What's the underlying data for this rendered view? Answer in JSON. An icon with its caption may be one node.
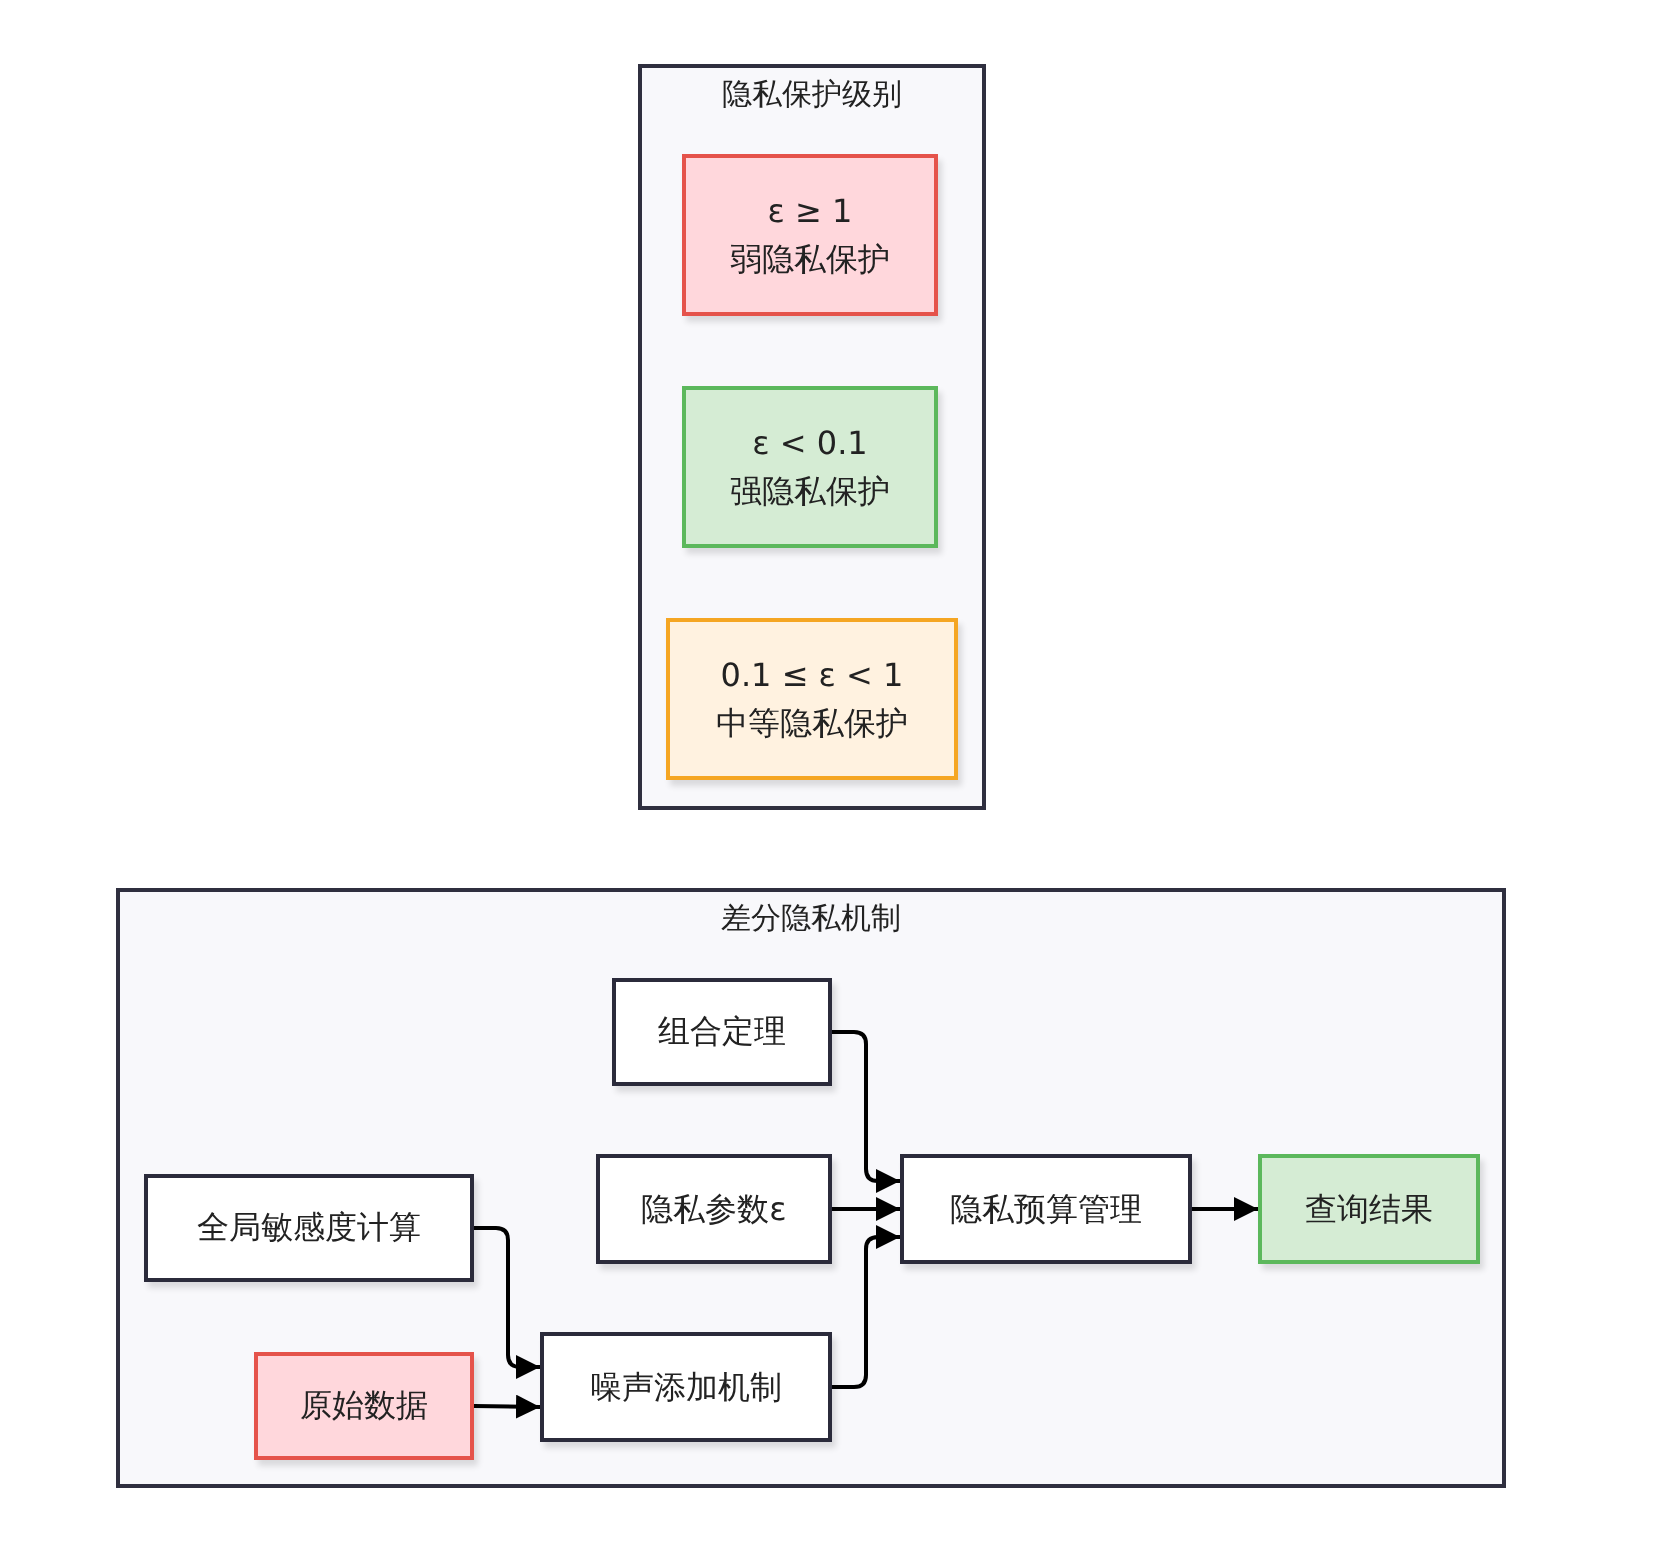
{
  "diagram": {
    "nodes": [
      {
        "text": [
          "隐私保护级别"
        ]
      },
      {
        "text": [
          "ε ≥ 1",
          "弱隐私保护"
        ],
        "in": 0
      },
      {
        "text": [
          "ε < 0.1",
          "强隐私保护"
        ],
        "in": 0
      },
      {
        "text": [
          "0.1 ≤ ε < 1",
          "中等隐私保护"
        ],
        "in": 0
      },
      {
        "text": [
          "差分隐私机制"
        ]
      },
      {
        "text": [
          "组合定理"
        ],
        "in": 4
      },
      {
        "text": [
          "隐私参数ε"
        ],
        "in": 4
      },
      {
        "text": [
          "全局敏感度计算"
        ],
        "in": 4
      },
      {
        "text": [
          "隐私预算管理"
        ],
        "in": 4
      },
      {
        "text": [
          "查询结果"
        ],
        "in": 4
      },
      {
        "text": [
          "原始数据"
        ],
        "in": 4
      },
      {
        "text": [
          "噪声添加机制"
        ],
        "in": 4
      }
    ],
    "edges": [
      {
        "from": 5,
        "to": 8,
        "arrow": "to"
      },
      {
        "from": 6,
        "to": 8,
        "arrow": "to"
      },
      {
        "from": 11,
        "to": 8,
        "arrow": "to"
      },
      {
        "from": 7,
        "to": 11,
        "arrow": "to"
      },
      {
        "from": 10,
        "to": 11,
        "arrow": "to"
      },
      {
        "from": 8,
        "to": 9,
        "arrow": "to"
      }
    ]
  }
}
